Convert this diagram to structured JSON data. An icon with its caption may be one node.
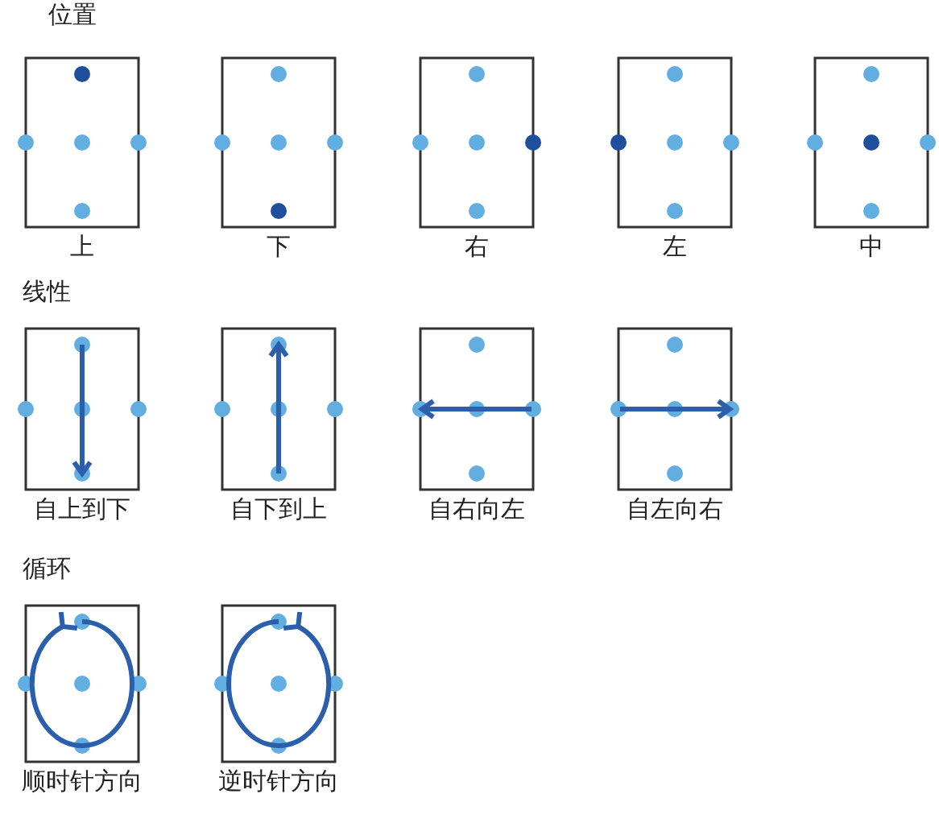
{
  "diagram": {
    "nodes": [
      {
        "text": [
          "上"
        ]
      },
      {
        "text": [
          "下"
        ]
      },
      {
        "text": [
          "右"
        ]
      },
      {
        "text": [
          "左"
        ]
      },
      {
        "text": [
          "中"
        ]
      },
      {
        "text": [
          "自上到下"
        ]
      },
      {
        "text": [
          "自下到上"
        ]
      },
      {
        "text": [
          "自右向左"
        ]
      },
      {
        "text": [
          "自左向右"
        ]
      },
      {
        "text": [
          "顺时针方向"
        ]
      },
      {
        "text": [
          "逆时针方向"
        ]
      }
    ],
    "labels": [
      "位置",
      "线性",
      "循环"
    ]
  }
}
